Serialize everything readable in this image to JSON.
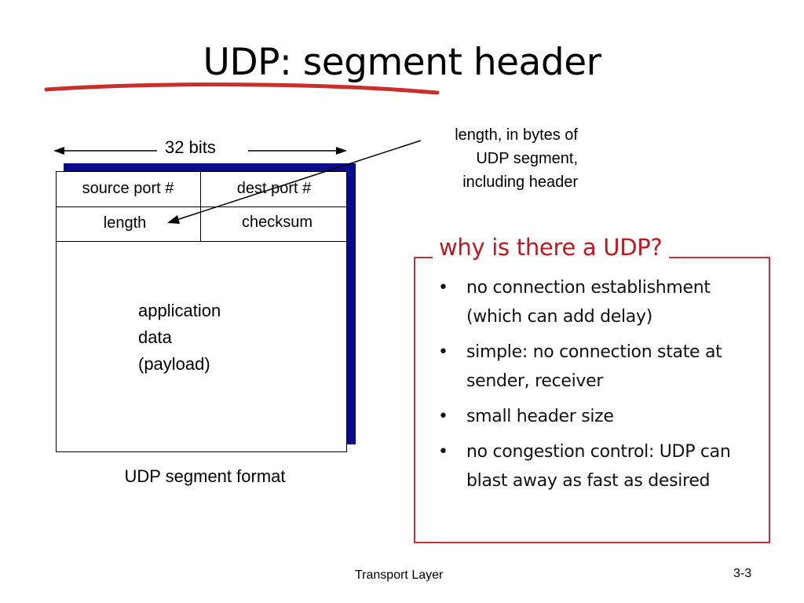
{
  "slide": {
    "title": "UDP: segment header",
    "bits_label": "32 bits",
    "header_fields": {
      "source_port": "source port #",
      "dest_port": "dest port #",
      "length": "length",
      "checksum": "checksum"
    },
    "payload_lines": [
      "application",
      "data",
      "(payload)"
    ],
    "format_caption": "UDP segment format",
    "annotation_lines": [
      "length, in bytes of",
      "UDP segment,",
      "including header"
    ],
    "why_box": {
      "title": "why is there a UDP?",
      "bullets": [
        "no connection establishment (which can add delay)",
        "simple: no connection state at sender, receiver",
        "small header size",
        "no congestion control: UDP can blast away as fast as desired"
      ]
    },
    "footer": {
      "left": "Transport Layer",
      "right": "3-3"
    },
    "colors": {
      "accent_red": "#c0181f",
      "box_border_red": "#c0313a",
      "shadow_blue": "#0a0a8c",
      "underline_red": "#c9302c"
    }
  }
}
